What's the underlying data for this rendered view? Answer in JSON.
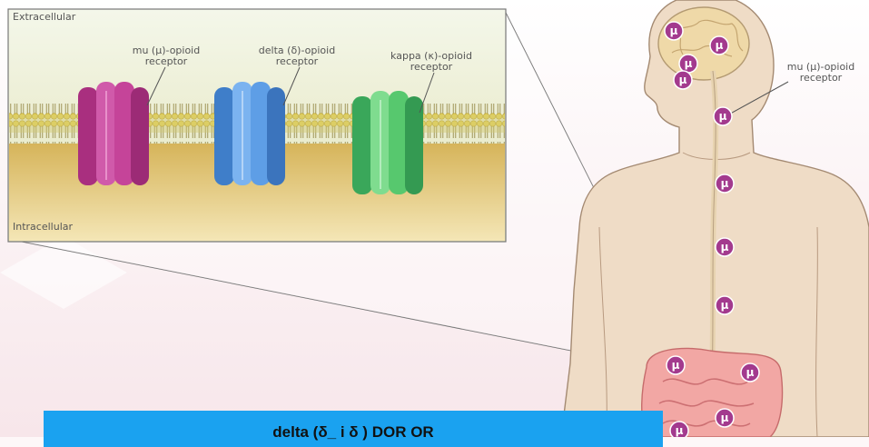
{
  "inset": {
    "top_label": "Extracellular",
    "bottom_label": "Intracellular",
    "receptors": [
      {
        "line1": "mu (µ)-opioid",
        "line2": "receptor",
        "color": "#c9419b"
      },
      {
        "line1": "delta (δ)-opioid",
        "line2": "receptor",
        "color": "#5e9ee6"
      },
      {
        "line1": "kappa (κ)-opioid",
        "line2": "receptor",
        "color": "#57c86e"
      }
    ]
  },
  "body_callout": {
    "line1": "mu (µ)-opioid",
    "line2": "receptor"
  },
  "marker_symbol": "µ",
  "caption": "delta (δ_ i δ ) DOR OR",
  "colors": {
    "membrane_yellow": "#d8c86a",
    "cytoplasm": "#c9a84a",
    "skin": "#f0dcc4",
    "marker": "#a33a8e",
    "caption_bg": "#1aa2f0"
  }
}
